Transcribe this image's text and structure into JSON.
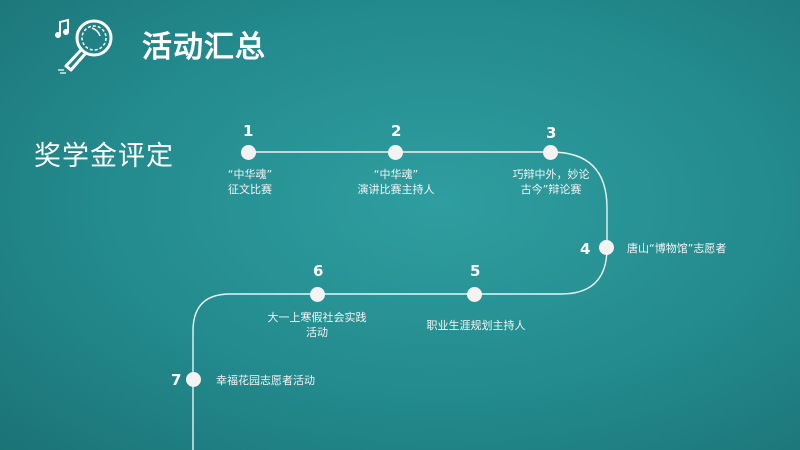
{
  "header": {
    "title": "活动汇总"
  },
  "section": {
    "title": "奖学金评定"
  },
  "timeline": [
    {
      "num": "1",
      "line1": "“中华魂”",
      "line2": "征文比赛"
    },
    {
      "num": "2",
      "line1": "“中华魂”",
      "line2": "演讲比赛主持人"
    },
    {
      "num": "3",
      "line1": "巧辩中外，妙论",
      "line2": "古今”辩论赛"
    },
    {
      "num": "4",
      "line1": "唐山“博物馆”志愿者"
    },
    {
      "num": "5",
      "line1": "职业生涯规划主持人"
    },
    {
      "num": "6",
      "line1": "大一上寒假社会实践",
      "line2": "活动"
    },
    {
      "num": "7",
      "line1": "幸福花园志愿者活动"
    }
  ]
}
